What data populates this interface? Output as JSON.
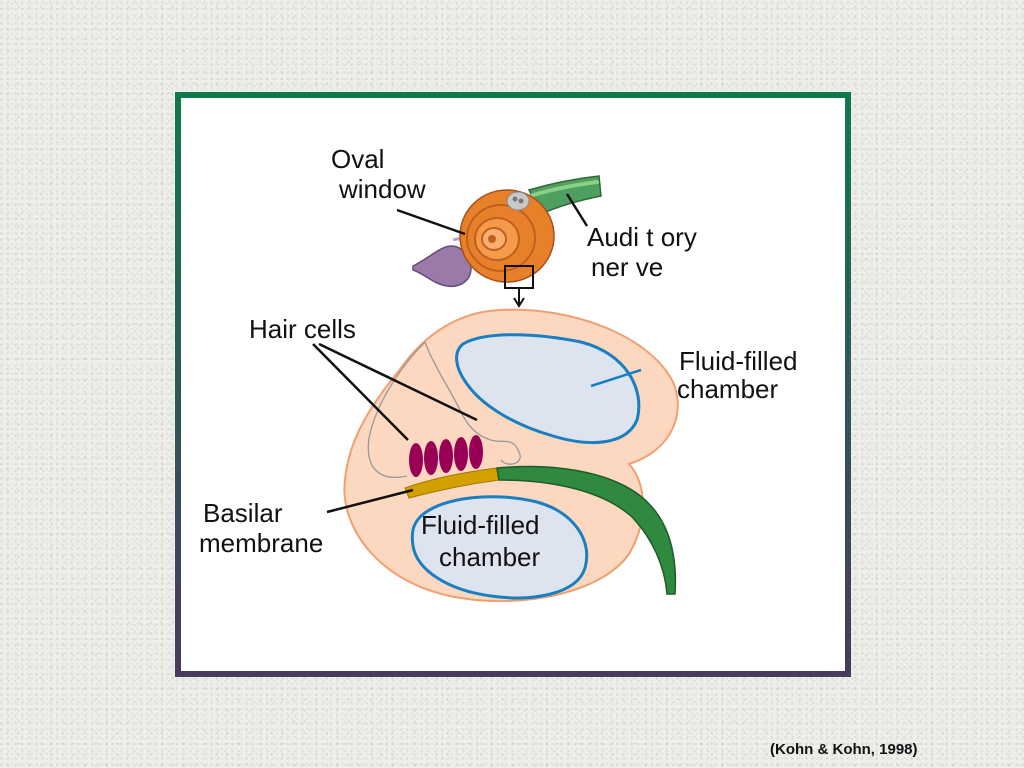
{
  "diagram": {
    "labels": {
      "oval_window_line1": "Oval",
      "oval_window_line2": "window",
      "auditory_nerve_line1": "Audi t ory",
      "auditory_nerve_line2": "ner ve",
      "hair_cells": "Hair cells",
      "fluid_chamber_upper_line1": "Fluid-filled",
      "fluid_chamber_upper_line2": "chamber",
      "basilar_line1": "Basilar",
      "basilar_line2": "membrane",
      "fluid_chamber_lower_line1": "Fluid-filled",
      "fluid_chamber_lower_line2": "chamber"
    },
    "colors": {
      "frame_top": "#0e7a4c",
      "frame_bottom": "#4a3a5c",
      "cochlea_tissue": "#fcd8c0",
      "cochlea_outline": "#f0a070",
      "chamber_fill": "#dde4f0",
      "chamber_outline": "#1a7fc0",
      "hair_cells": "#990055",
      "basilar_membrane": "#d4a000",
      "nerve": "#2f7a3a",
      "snail": "#e8802a"
    }
  },
  "citation": "(Kohn & Kohn, 1998)"
}
